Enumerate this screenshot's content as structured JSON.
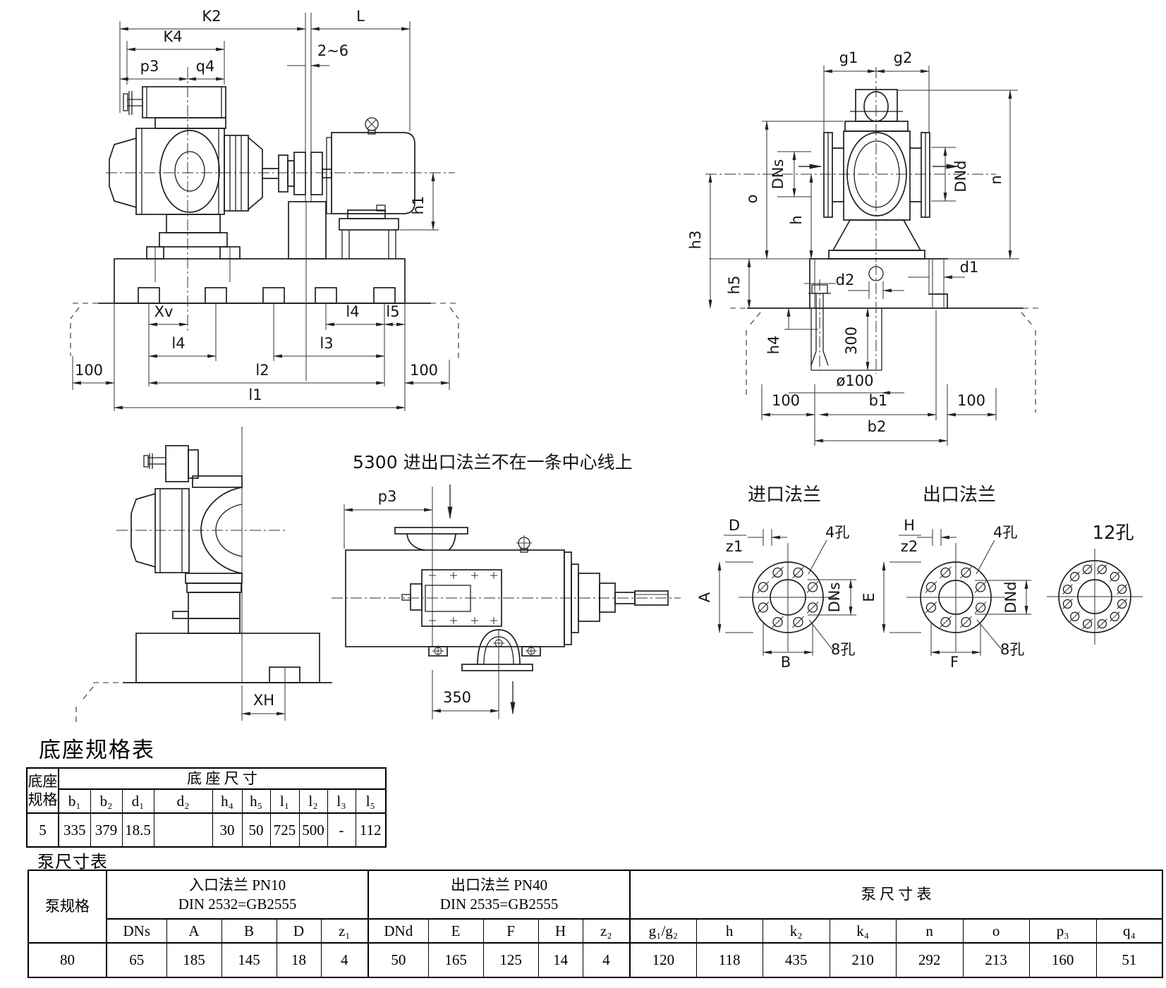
{
  "drawing": {
    "labels": {
      "k2": "K2",
      "l": "L",
      "k4": "K4",
      "p3": "p3",
      "q4": "q4",
      "gap": "2~6",
      "h1": "h1",
      "xv": "Xv",
      "l4": "l4",
      "l5": "l5",
      "l3": "l3",
      "l2": "l2",
      "l1": "l1",
      "hundred": "100",
      "g1": "g1",
      "g2": "g2",
      "dns": "DNs",
      "dnd": "DNd",
      "n": "n",
      "o": "o",
      "h": "h",
      "h3": "h3",
      "h5": "h5",
      "h4": "h4",
      "d1": "d1",
      "d2": "d2",
      "depth": "300",
      "dia": "ø100",
      "b1": "b1",
      "b2": "b2",
      "xh": "XH",
      "d350": "350",
      "note": "5300  进出口法兰不在一条中心线上",
      "inlet": "进口法兰",
      "outlet": "出口法兰",
      "four": "4孔",
      "eight": "8孔",
      "twelve": "12孔",
      "dcap": "D",
      "z1": "z1",
      "hcap": "H",
      "z2": "z2",
      "acap": "A",
      "bcap": "B",
      "ecap": "E",
      "fcap": "F"
    }
  },
  "base_table": {
    "title": "底座规格表",
    "corner1": "底座",
    "corner2": "规格",
    "group_header": "底 座 尺 寸",
    "columns": [
      "b₁",
      "b₂",
      "d₁",
      "d₂",
      "h₄",
      "h₅",
      "l₁",
      "l₂",
      "l₃",
      "l₅"
    ],
    "row": [
      "5",
      "335",
      "379",
      "18.5",
      "",
      "30",
      "50",
      "725",
      "500",
      "-",
      "112"
    ]
  },
  "pump_table": {
    "title": "泵尺寸表",
    "spec_label": "泵规格",
    "spec_value": "80",
    "group1_line1": "入口法兰 PN10",
    "group1_line2": "DIN 2532=GB2555",
    "group2_line1": "出口法兰 PN40",
    "group2_line2": "DIN 2535=GB2555",
    "group3": "泵 尺 寸 表",
    "columns1": [
      "DNs",
      "A",
      "B",
      "D",
      "z₁"
    ],
    "values1": [
      "65",
      "185",
      "145",
      "18",
      "4"
    ],
    "columns2": [
      "DNd",
      "E",
      "F",
      "H",
      "z₂"
    ],
    "values2": [
      "50",
      "165",
      "125",
      "14",
      "4"
    ],
    "columns3": [
      "g₁/g₂",
      "h",
      "k₂",
      "k₄",
      "n",
      "o",
      "p₃",
      "q₄"
    ],
    "values3": [
      "120",
      "118",
      "435",
      "210",
      "292",
      "213",
      "160",
      "51"
    ]
  }
}
